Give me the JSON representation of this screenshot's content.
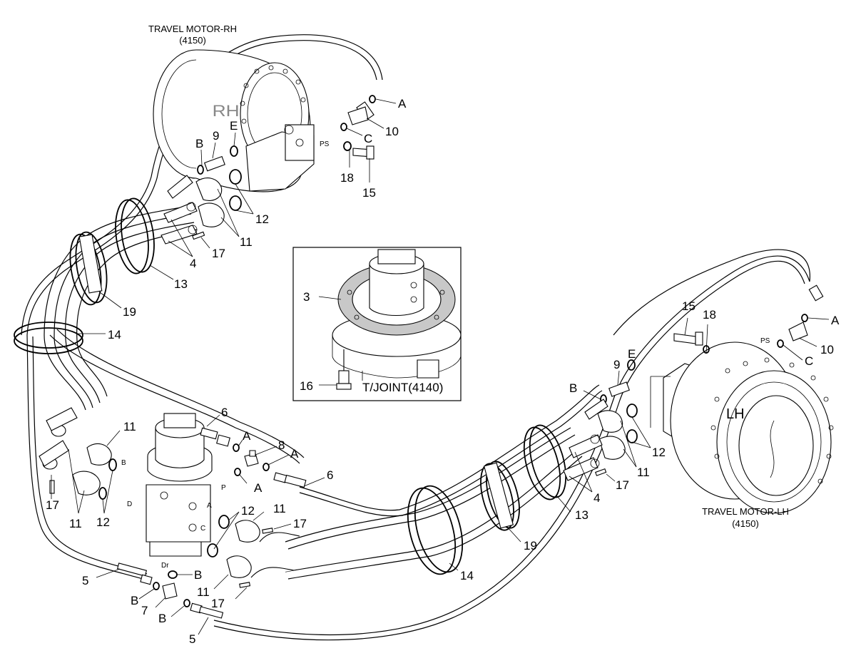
{
  "motors": {
    "rh": {
      "title": "TRAVEL MOTOR-RH",
      "code": "(4150)",
      "mark": "RH"
    },
    "lh": {
      "title": "TRAVEL MOTOR-LH",
      "code": "(4150)",
      "mark": "LH"
    }
  },
  "inset": {
    "joint_label": "T/JOINT(4140)",
    "callout_gasket": "3",
    "callout_bolt": "16"
  },
  "port_marks": {
    "ps_rh": "PS",
    "ps_lh": "PS",
    "p": "P",
    "a": "A",
    "b": "B",
    "c": "C",
    "d": "D",
    "dr": "Dr"
  },
  "callouts": {
    "rh_A": "A",
    "rh_10": "10",
    "rh_C": "C",
    "rh_18": "18",
    "rh_15": "15",
    "rh_E": "E",
    "rh_9": "9",
    "rh_B": "B",
    "rh_12": "12",
    "rh_11": "11",
    "rh_17": "17",
    "rh_4": "4",
    "rh_13": "13",
    "rh_19": "19",
    "left_14": "14",
    "l_6": "6",
    "l_A1": "A",
    "l_8": "8",
    "l_A2": "A",
    "l_A3": "A",
    "l_6b": "6",
    "l_11a": "11",
    "l_17a": "17",
    "l_11b": "11",
    "l_12a": "12",
    "l_12b": "12",
    "l_11c": "11",
    "l_17b": "17",
    "l_11d": "11",
    "l_17c": "17",
    "l_B1": "B",
    "l_5a": "5",
    "l_B2": "B",
    "l_7": "7",
    "l_B3": "B",
    "l_5b": "5",
    "mid_14": "14",
    "mid_19": "19",
    "mid_13": "13",
    "lh_A": "A",
    "lh_10": "10",
    "lh_C": "C",
    "lh_15": "15",
    "lh_18": "18",
    "lh_E": "E",
    "lh_9": "9",
    "lh_B": "B",
    "lh_12": "12",
    "lh_11": "11",
    "lh_17": "17",
    "lh_4": "4"
  }
}
